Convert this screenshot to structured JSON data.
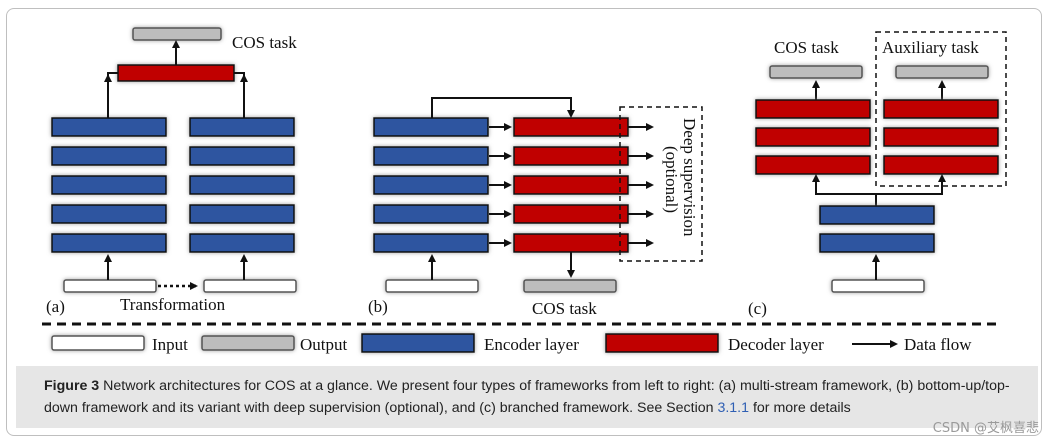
{
  "panels": {
    "a": {
      "label": "(a)",
      "output_label": "COS task",
      "transform_label": "Transformation"
    },
    "b": {
      "label": "(b)",
      "output_label": "COS task",
      "side_label": "Deep supervision",
      "side_label_2": "(optional)"
    },
    "c": {
      "label": "(c)",
      "output_label": "COS task",
      "aux_label": "Auxiliary task"
    }
  },
  "legend": {
    "input": "Input",
    "output": "Output",
    "encoder": "Encoder layer",
    "decoder": "Decoder layer",
    "flow": "Data flow"
  },
  "caption": {
    "figure_label": "Figure 3",
    "text_part1": "  Network architectures for COS at a glance. We present four types of frameworks from left to right: (a) multi-stream framework, (b) bottom-up/top-down framework and its variant with deep supervision (optional), and (c) branched framework. See Section ",
    "section_ref": "3.1.1",
    "text_part2": " for more details"
  },
  "watermark": "CSDN @艾枫喜悲",
  "colors": {
    "encoder": "#2f54a0",
    "decoder": "#c00000",
    "output": "#bdbdbd",
    "input": "#ffffff"
  }
}
